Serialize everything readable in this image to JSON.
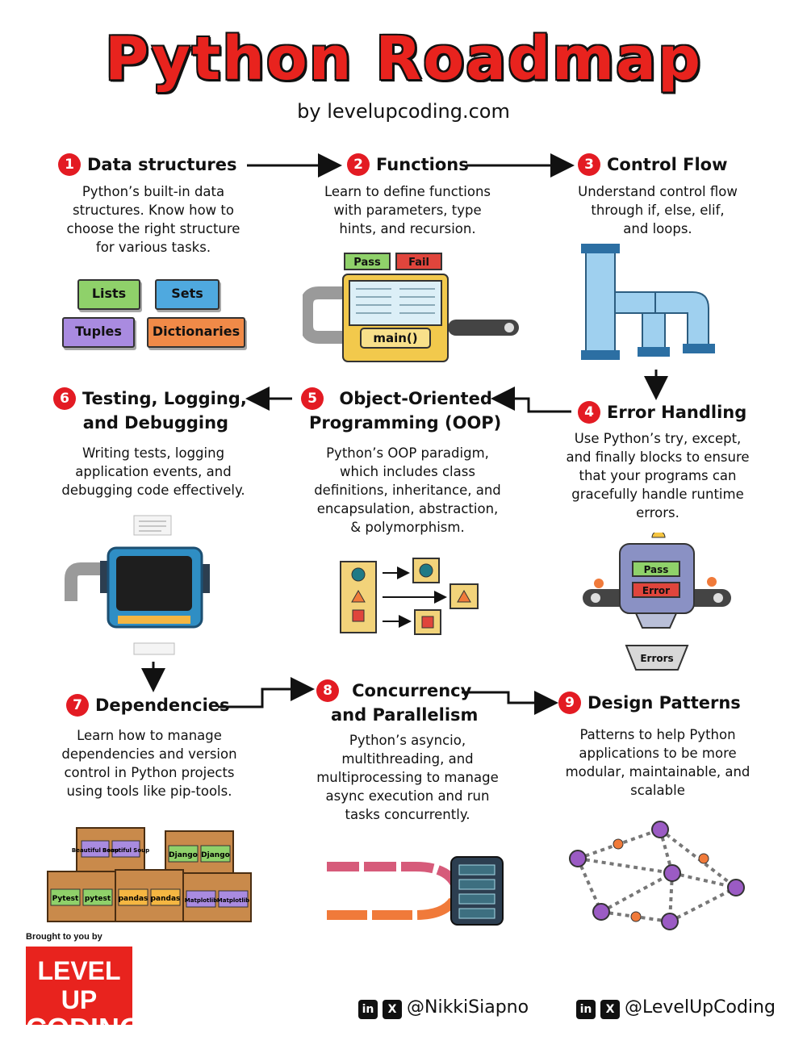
{
  "title": "Python Roadmap",
  "subtitle": "by levelupcoding.com",
  "steps": [
    {
      "num": "1",
      "title": "Data structures",
      "desc": [
        "Python’s built-in data",
        "structures. Know how to",
        "choose the right structure",
        "for various tasks."
      ]
    },
    {
      "num": "2",
      "title": "Functions",
      "desc": [
        "Learn to define functions",
        "with parameters, type",
        "hints, and recursion."
      ]
    },
    {
      "num": "3",
      "title": "Control Flow",
      "desc": [
        "Understand control flow",
        "through if, else, elif,",
        "and loops."
      ]
    },
    {
      "num": "4",
      "title": "Error Handling",
      "desc": [
        "Use Python’s try, except,",
        "and finally blocks to ensure",
        "that your programs can",
        "gracefully handle runtime",
        "errors."
      ]
    },
    {
      "num": "5",
      "title_lines": [
        "Object-Oriented",
        "Programming (OOP)"
      ],
      "desc": [
        "Python’s OOP paradigm,",
        "which includes class",
        "definitions, inheritance, and",
        "encapsulation, abstraction,",
        "& polymorphism."
      ]
    },
    {
      "num": "6",
      "title_lines": [
        "Testing, Logging,",
        "and Debugging"
      ],
      "desc": [
        "Writing tests, logging",
        "application events, and",
        "debugging code effectively."
      ]
    },
    {
      "num": "7",
      "title": "Dependencies",
      "desc": [
        "Learn how to manage",
        "dependencies and version",
        "control in Python projects",
        "using tools like pip-tools."
      ]
    },
    {
      "num": "8",
      "title_lines": [
        "Concurrency",
        "and Parallelism"
      ],
      "desc": [
        "Python’s asyncio,",
        "multithreading, and",
        "multiprocessing to manage",
        "async execution and run",
        "tasks concurrently."
      ]
    },
    {
      "num": "9",
      "title": "Design Patterns",
      "desc": [
        "Patterns to help Python",
        "applications to be more",
        "modular, maintainable, and",
        "scalable"
      ]
    }
  ],
  "data_structure_chips": [
    "Lists",
    "Sets",
    "Tuples",
    "Dictionaries"
  ],
  "functions_machine": {
    "pass": "Pass",
    "fail": "Fail",
    "label": "main()"
  },
  "error_machine": {
    "pass": "Pass",
    "error": "Error",
    "bin": "Errors"
  },
  "dependency_boxes": [
    "Beautiful Soup",
    "Beautiful Soup",
    "Django",
    "Django",
    "Pytest",
    "pytest",
    "pandas",
    "pandas",
    "Matplotlib",
    "Matplotlib"
  ],
  "footer": {
    "brought": "Brought to you by",
    "logo_line1": "LEVEL UP",
    "logo_line2": "CODING",
    "handle1": "@NikkiSiapno",
    "handle2": "@LevelUpCoding",
    "linkedin_glyph": "in",
    "x_glyph": "X"
  },
  "colors": {
    "accent": "#e8231e",
    "badge": "#e31b23",
    "lists": "#8fd16a",
    "sets": "#4fa9df",
    "tuples": "#a98be0",
    "dictionaries": "#f08a48"
  }
}
